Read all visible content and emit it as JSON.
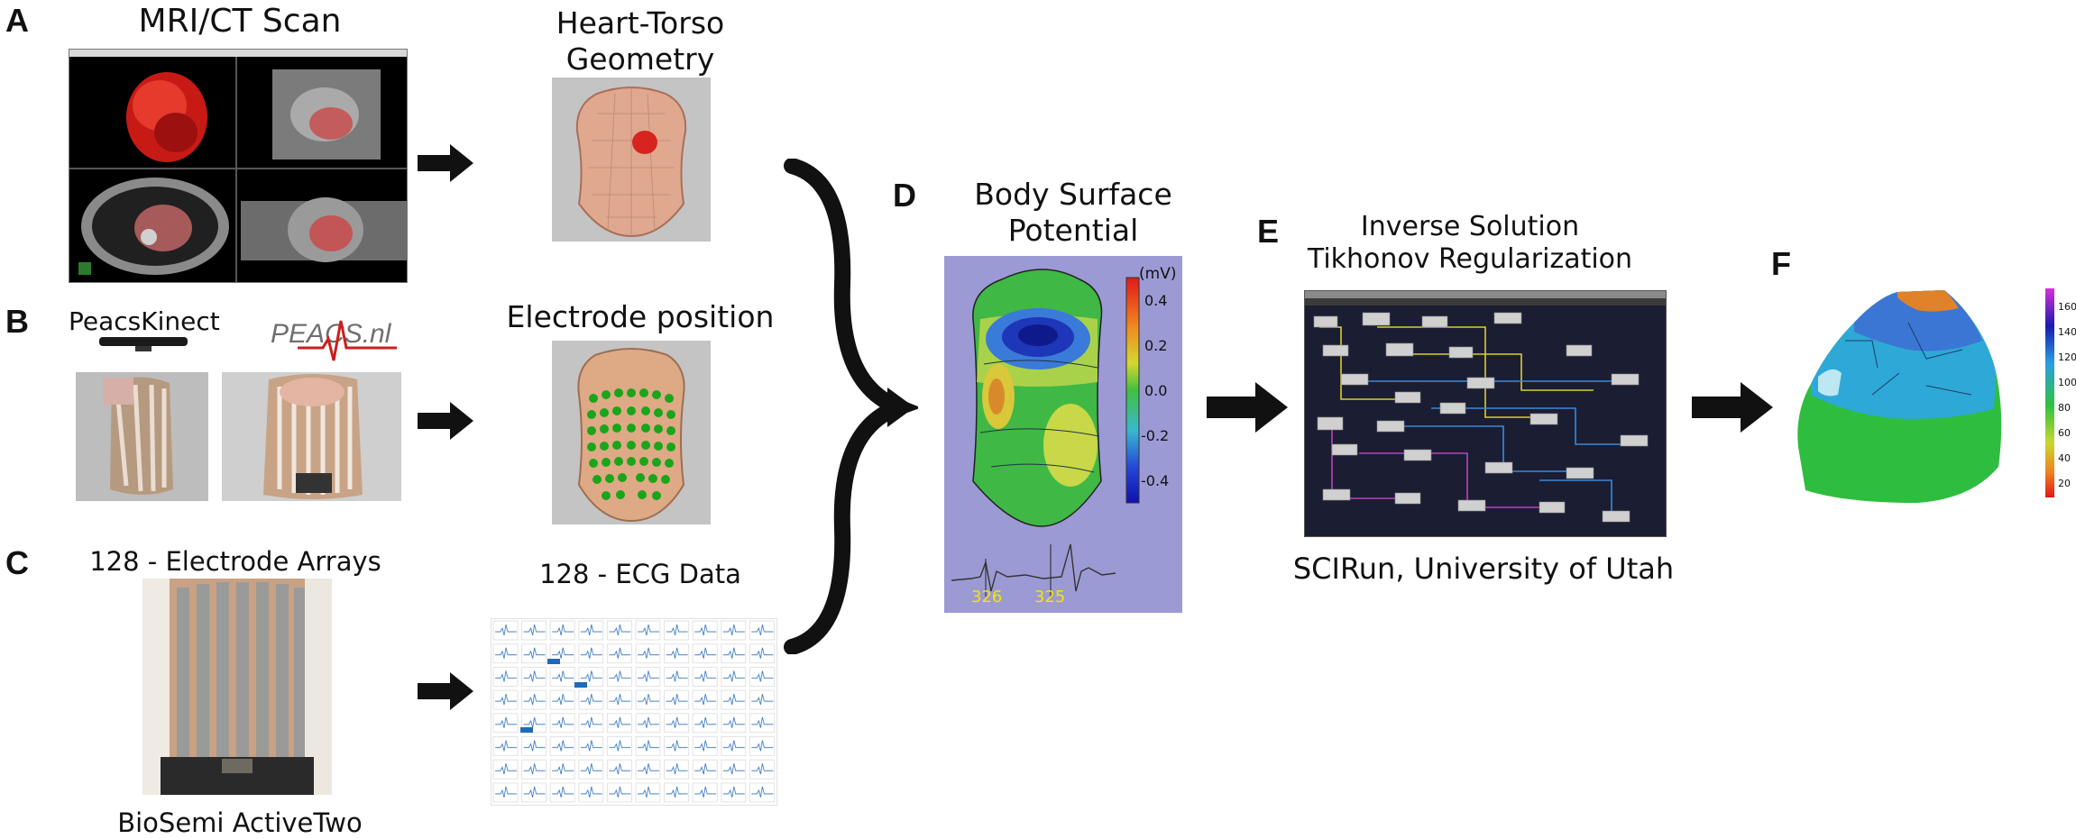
{
  "panels": {
    "A": {
      "letter": "A",
      "title": "MRI/CT Scan",
      "geometry_title_line1": "Heart-Torso",
      "geometry_title_line2": "Geometry"
    },
    "B": {
      "letter": "B",
      "brand": "PeacsKinect",
      "logo": "PEACS.nl",
      "title": "Electrode position"
    },
    "C": {
      "letter": "C",
      "title": "128 - Electrode Arrays",
      "caption": "BioSemi ActiveTwo",
      "ecg_title": "128 - ECG Data"
    },
    "D": {
      "letter": "D",
      "title_line1": "Body Surface",
      "title_line2": "Potential",
      "unit": "(mV)",
      "scale_ticks": [
        "0.4",
        "0.2",
        "0.0",
        "-0.2",
        "-0.4"
      ],
      "time_labels": [
        "326",
        "325"
      ]
    },
    "E": {
      "letter": "E",
      "title_line1": "Inverse Solution",
      "title_line2": "Tikhonov Regularization",
      "caption": "SCIRun, University of Utah"
    },
    "F": {
      "letter": "F",
      "scale_ticks": [
        "160",
        "140",
        "120",
        "100",
        "80",
        "60",
        "40",
        "20"
      ]
    }
  },
  "colors": {
    "heart": "#d7241e",
    "torso": "#e8ae94",
    "electrode": "#1aa51a",
    "bsp_background": "#9b9ad4",
    "scirun_background": "#1b1d33"
  }
}
